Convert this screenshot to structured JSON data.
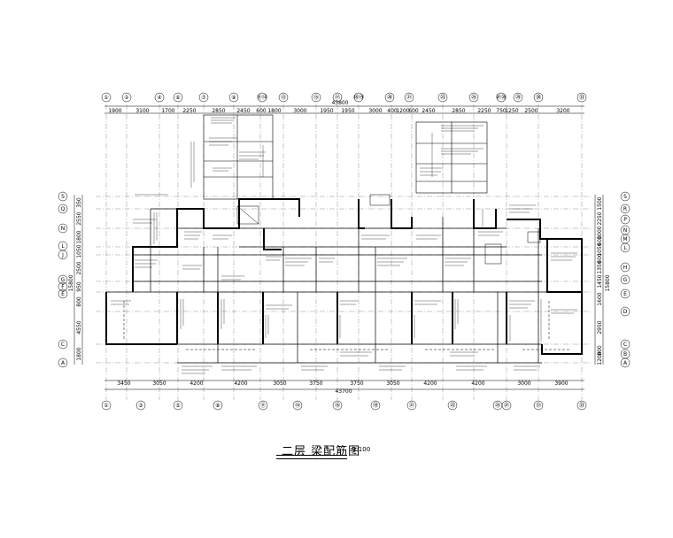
{
  "drawing": {
    "title": "二层 梁配筋图",
    "scale": "1:100"
  },
  "top_axes": [
    "①",
    "②",
    "④",
    "⑥",
    "⑦",
    "⑨",
    "⑪⑫",
    "⑬",
    "⑮",
    "⑰",
    "⑱⑲",
    "⑳",
    "㉑",
    "㉓",
    "㉕",
    "㉗㉘",
    "㉙",
    "㉚",
    "㉝"
  ],
  "bottom_axes": [
    "①",
    "③",
    "⑤",
    "⑧",
    "⑪",
    "⑭",
    "⑯",
    "⑱",
    "㉑",
    "㉓",
    "㉕",
    "㉗",
    "㉛",
    "㉝"
  ],
  "left_axes": [
    "S",
    "Q",
    "N",
    "L",
    "J",
    "G",
    "F",
    "E",
    "C",
    "A"
  ],
  "right_axes": [
    "S",
    "R",
    "P",
    "N",
    "M",
    "L",
    "H",
    "G",
    "E",
    "D",
    "C",
    "B",
    "A"
  ],
  "top_dims": [
    "1900",
    "3100",
    "1700",
    "2250",
    "2850",
    "2450",
    "600",
    "1800",
    "3000",
    "1950",
    "1950",
    "3000",
    "400",
    "1200",
    "600",
    "2450",
    "2850",
    "2250",
    "750",
    "1250",
    "2500",
    "3200"
  ],
  "top_total": "43800",
  "bottom_dims": [
    "3450",
    "3050",
    "4200",
    "4200",
    "3050",
    "3750",
    "3750",
    "3050",
    "4200",
    "4200",
    "3000",
    "3900"
  ],
  "bottom_total": "43700",
  "left_dims": [
    "350",
    "2550",
    "1800",
    "1050",
    "2500",
    "950",
    "800",
    "4550",
    "1800"
  ],
  "left_total": "15800",
  "right_dims": [
    "1500",
    "2250",
    "1000",
    "600",
    "1050",
    "600",
    "1350",
    "1450",
    "1600",
    "2950",
    "800",
    "1200"
  ],
  "right_total": "15800"
}
